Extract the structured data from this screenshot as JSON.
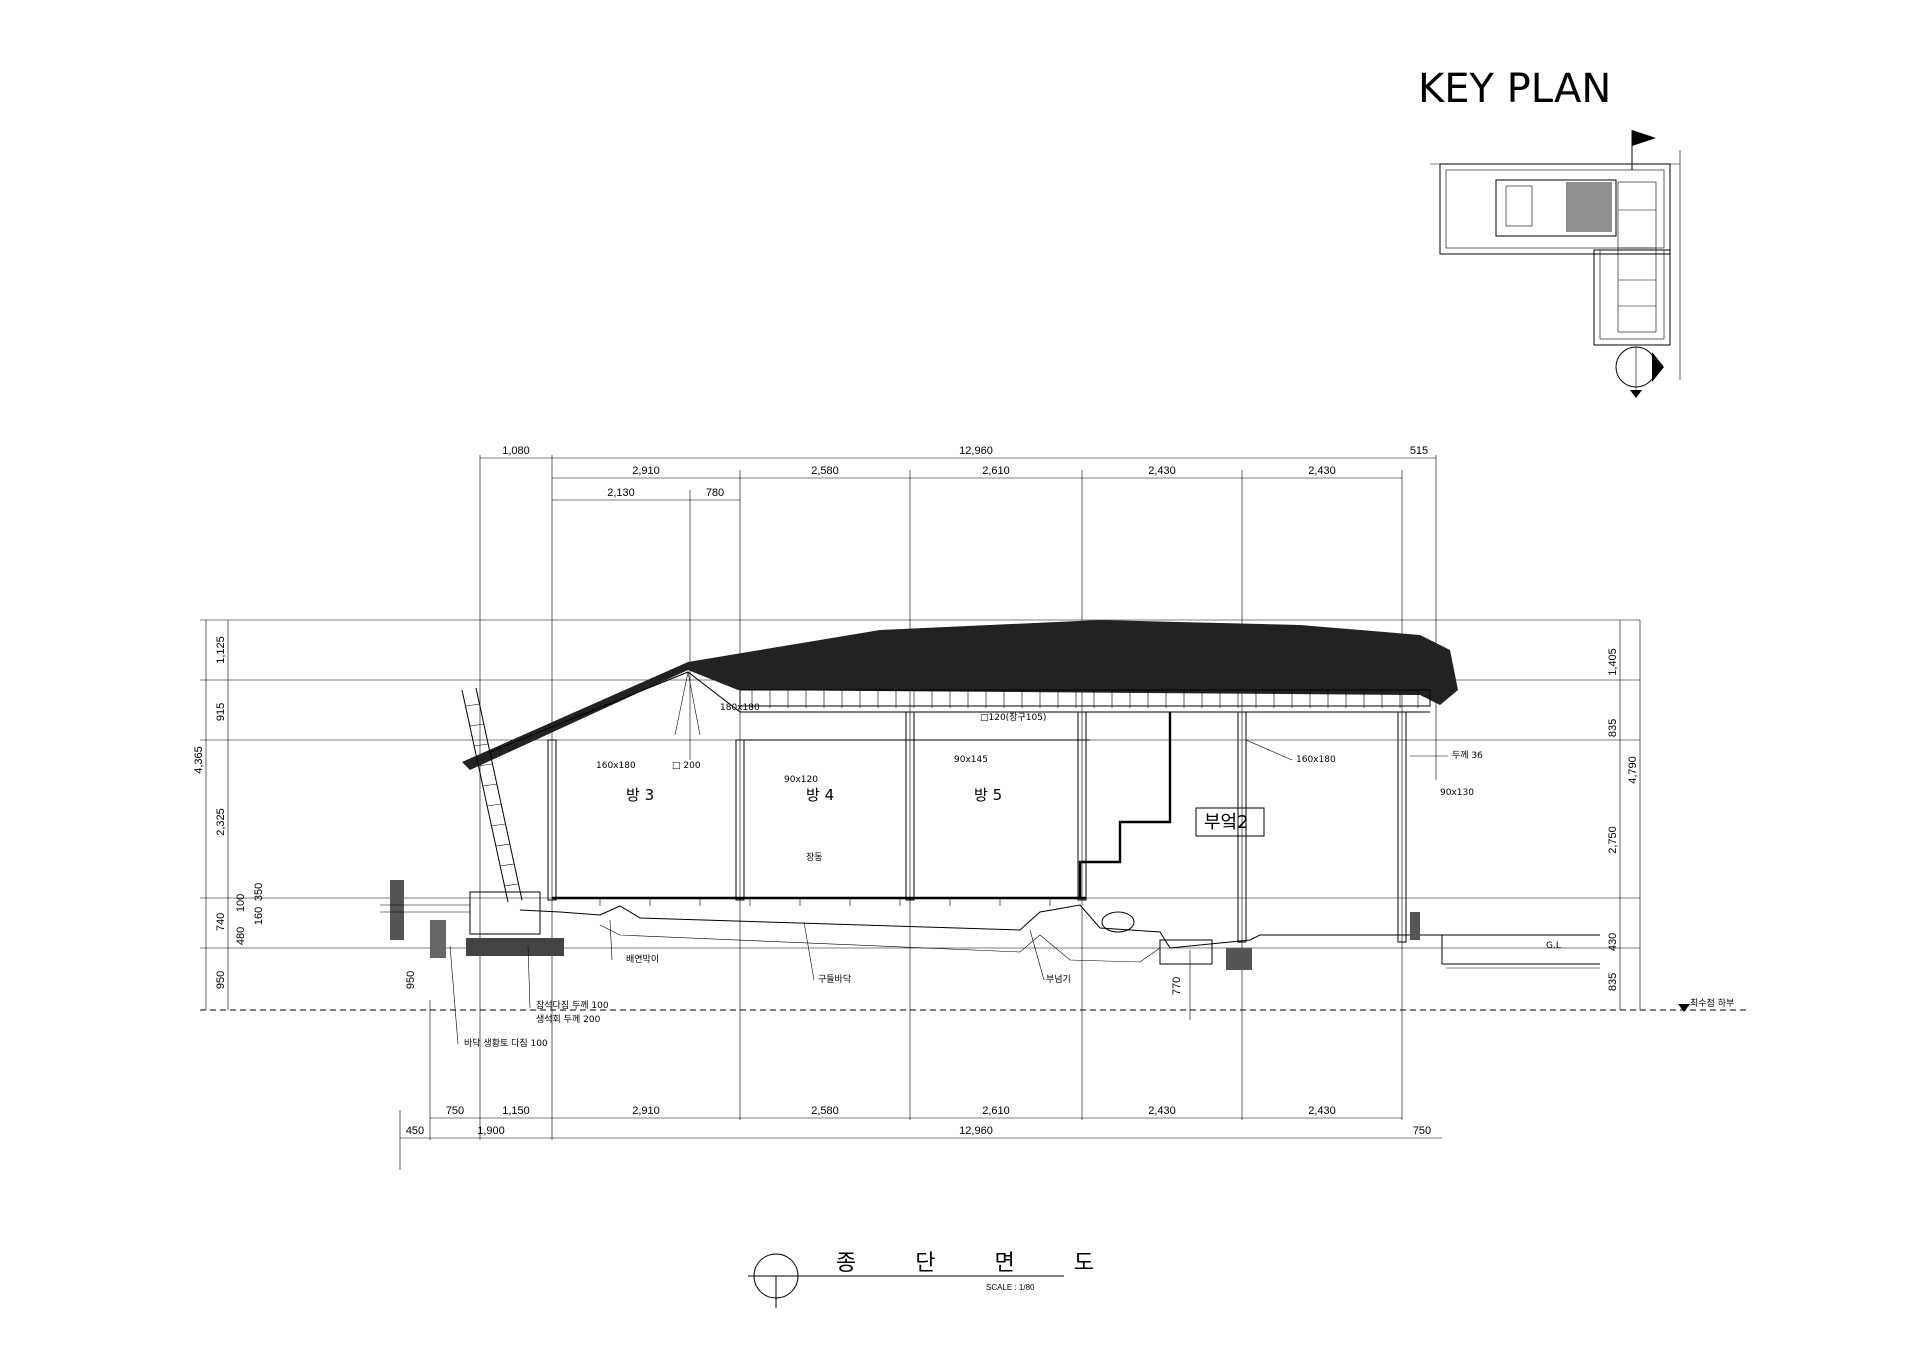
{
  "key_plan": {
    "title": "KEY PLAN"
  },
  "drawing": {
    "title": "종 단 면 도",
    "scale": "SCALE : 1/80"
  },
  "top_dimensions": {
    "row1": [
      "1,080",
      "12,960",
      "515"
    ],
    "row2": [
      "2,910",
      "2,580",
      "2,610",
      "2,430",
      "2,430"
    ],
    "row3": [
      "2,130",
      "780"
    ]
  },
  "bottom_dimensions": {
    "row1": [
      "750",
      "1,150",
      "2,910",
      "2,580",
      "2,610",
      "2,430",
      "2,430"
    ],
    "row2": [
      "450",
      "1,900",
      "12,960",
      "750"
    ]
  },
  "left_dimensions": {
    "outer": [
      "1,125",
      "915",
      "2,325",
      "740",
      "950"
    ],
    "total": "4,365",
    "inner": [
      "100",
      "350",
      "160",
      "480"
    ],
    "foundation": "950"
  },
  "right_dimensions": {
    "outer": [
      "1,405",
      "835",
      "2,750",
      "430",
      "835"
    ],
    "total": "4,790"
  },
  "rooms": [
    "방 3",
    "방 4",
    "방 5",
    "부엌2"
  ],
  "annotations": {
    "member_160x180_a": "160x180",
    "sq_200": "□ 200",
    "member_180x180": "180x180",
    "sq_120": "□120(장구105)",
    "member_90x120": "90x120",
    "member_90x145": "90x145",
    "member_160x180_b": "160x180",
    "thickness_36": "두께 36",
    "member_90x130": "90x130",
    "floor_label": "장동",
    "ventilation": "배연막이",
    "gudeul": "구들바닥",
    "firebox": "부넘기",
    "dim_770": "770",
    "gl": "G.L",
    "level_mark": "최수점 하부",
    "layer1": "잡석다짐 두께 100",
    "layer2": "생석회 두께 200",
    "layer3": "바닥 생황토 다짐 100"
  }
}
